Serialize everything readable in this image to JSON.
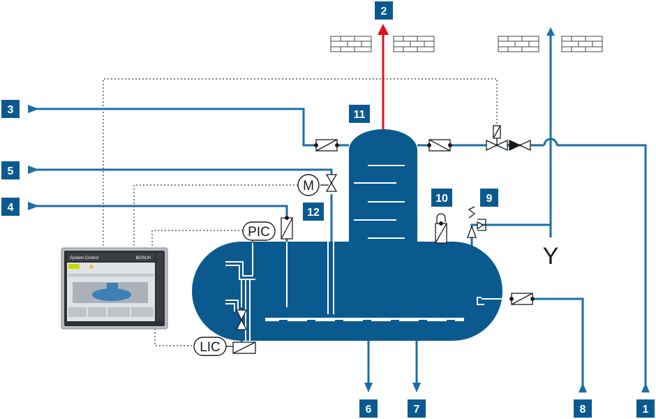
{
  "badges": {
    "b1": "1",
    "b2": "2",
    "b3": "3",
    "b4": "4",
    "b5": "5",
    "b6": "6",
    "b7": "7",
    "b8": "8",
    "b9": "9",
    "b10": "10",
    "b11": "11",
    "b12": "12"
  },
  "instruments": {
    "pic": "PIC",
    "lic": "LIC",
    "motor": "M"
  },
  "y_label": "Y",
  "hmi": {
    "title": "System Control",
    "brand": "BOSCH"
  },
  "colors": {
    "vessel": "#0b5a8f",
    "pipe": "#1a6fa8",
    "steam_out": "#e3101b",
    "badge": "#0b5a8f",
    "signal": "#333333"
  }
}
